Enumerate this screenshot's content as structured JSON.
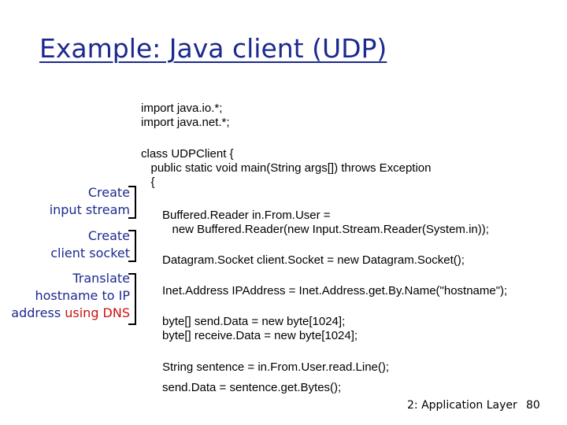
{
  "title": "Example: Java client (UDP)",
  "code": {
    "imports": [
      "import java.io.*;",
      "import java.net.*;"
    ],
    "class_decl": [
      "class UDPClient {",
      "   public static void main(String args[]) throws Exception",
      "   {"
    ],
    "reader": [
      "Buffered.Reader in.From.User =",
      "   new Buffered.Reader(new Input.Stream.Reader(System.in));"
    ],
    "socket": "Datagram.Socket client.Socket = new Datagram.Socket();",
    "ipaddress": "Inet.Address IPAddress = Inet.Address.get.By.Name(\"hostname\");",
    "buffers": [
      "byte[] send.Data = new byte[1024];",
      "byte[] receive.Data = new byte[1024];"
    ],
    "sentence": "String sentence = in.From.User.read.Line();",
    "senddata": "send.Data = sentence.get.Bytes();"
  },
  "annotations": {
    "input_stream": [
      "Create",
      "input stream"
    ],
    "client_socket": [
      "Create",
      "client socket"
    ],
    "dns": {
      "line1": "Translate",
      "line2": "hostname to IP",
      "line3_a": "address ",
      "line3_b": "using DNS"
    }
  },
  "footer": {
    "chapter": "2: Application Layer",
    "page": "80"
  },
  "colors": {
    "title": "#1c2a8f",
    "annotation": "#1c2a8f",
    "highlight": "#cc1010"
  }
}
